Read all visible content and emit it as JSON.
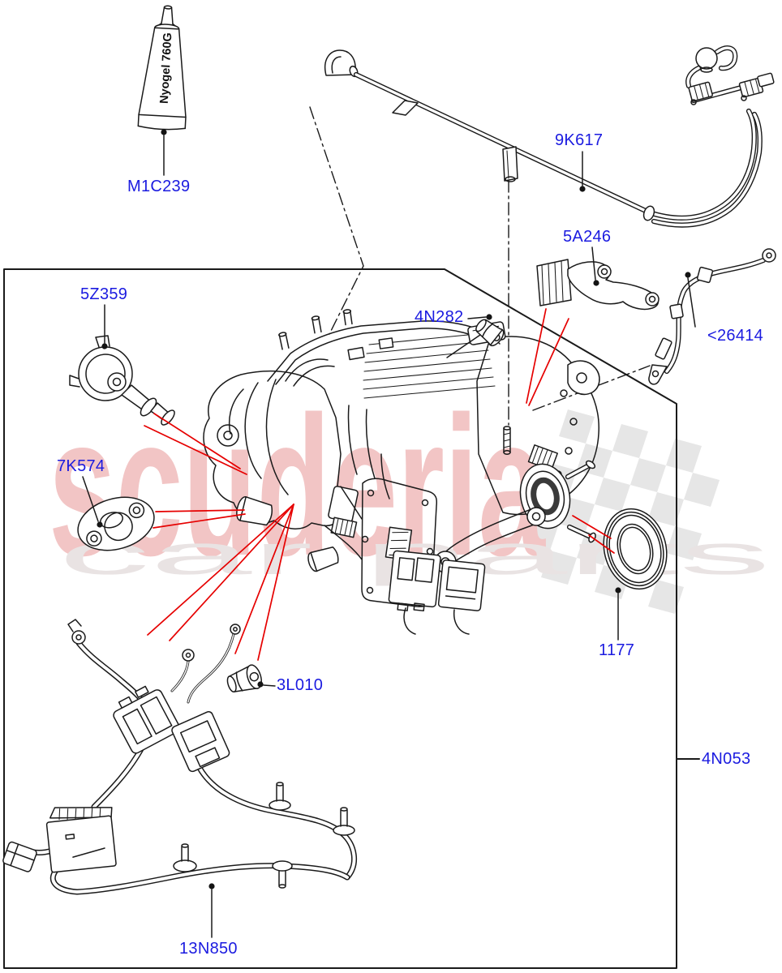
{
  "watermark": {
    "brand": "scuderia",
    "tagline": "car parts"
  },
  "consumable": {
    "tube_text": "Nyogel 760G"
  },
  "part_labels": {
    "m1c239": "M1C239",
    "5z359": "5Z359",
    "7k574": "7K574",
    "9k617": "9K617",
    "5a246": "5A246",
    "lt26414": "<26414",
    "4n282": "4N282",
    "1177": "1177",
    "3l010": "3L010",
    "13n850": "13N850",
    "4n053": "4N053"
  },
  "colors": {
    "part_label_blue": "#1b1be0",
    "leader_red": "#e60000",
    "line_black": "#1a1a1a",
    "watermark_pink": "#f2c5c5",
    "watermark_gray": "#e9e3e3",
    "checker_gray": "#e6e6e6",
    "background": "#ffffff"
  }
}
